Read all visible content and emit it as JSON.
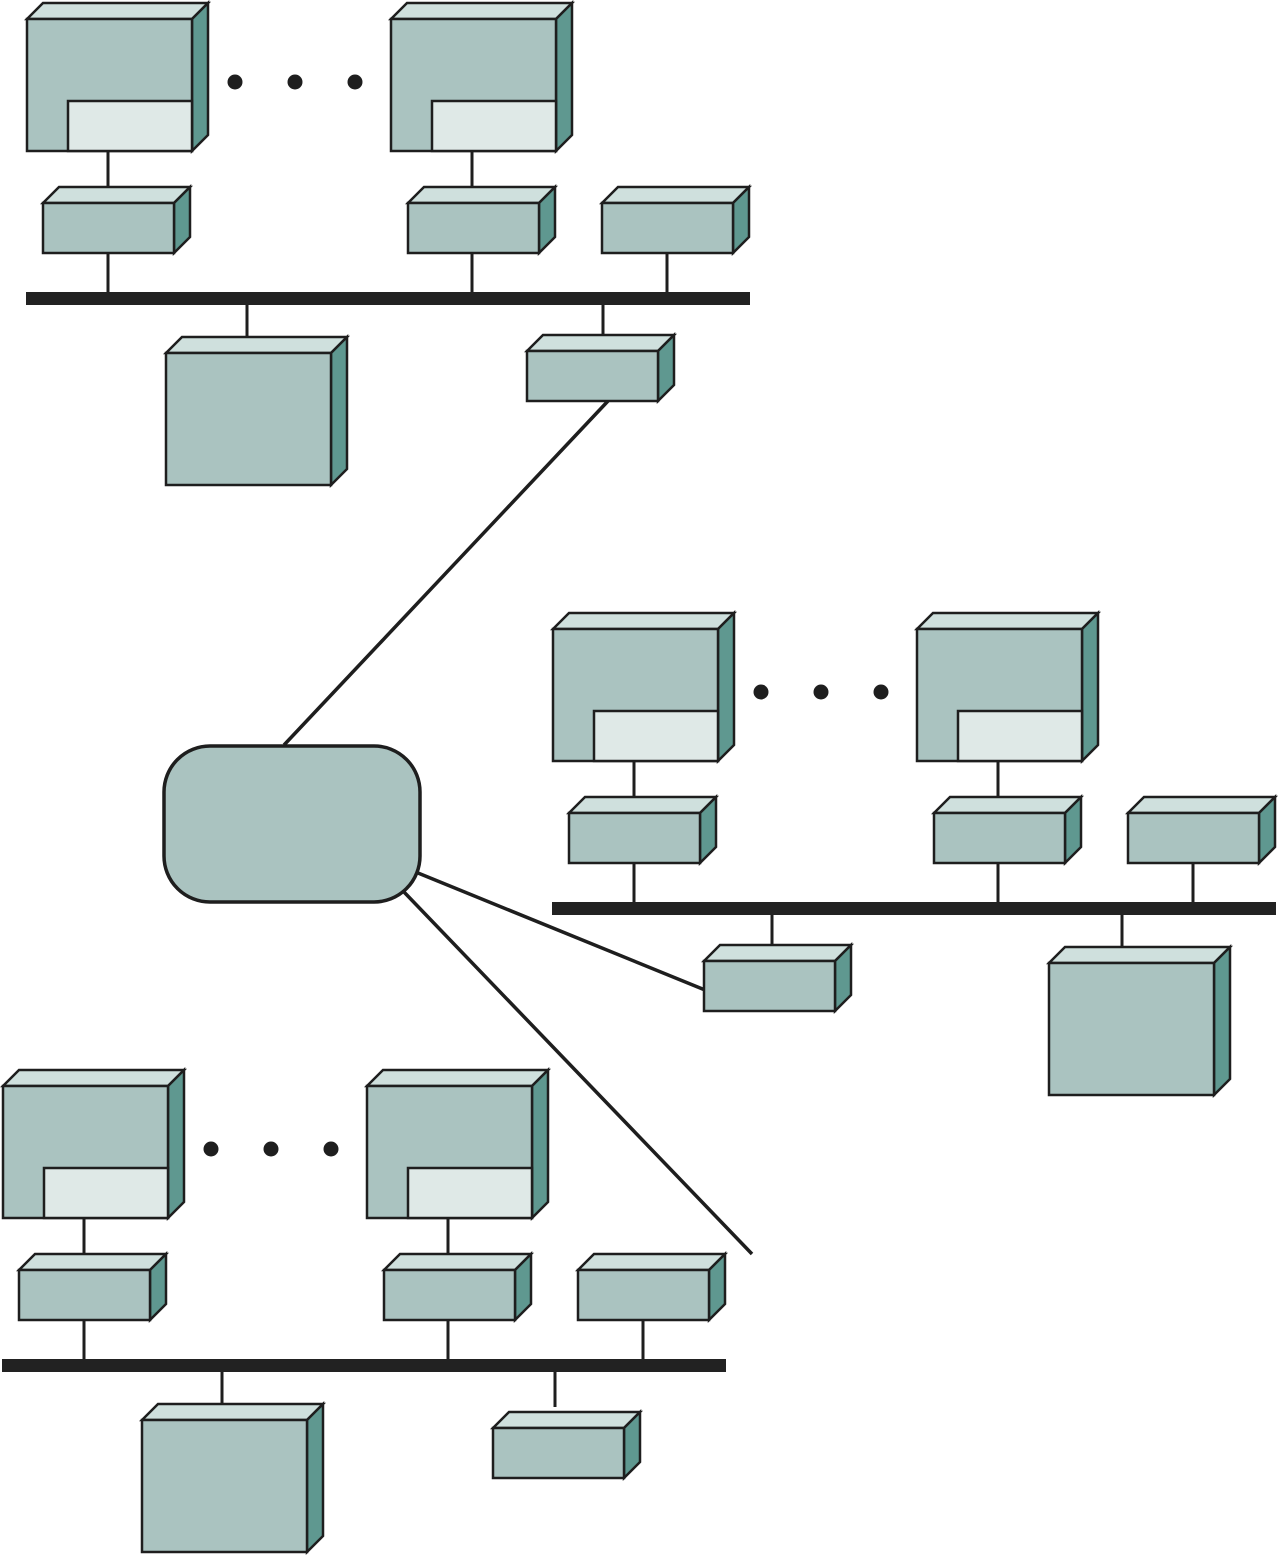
{
  "colors": {
    "face": "#aac3c0",
    "top": "#cfe0dd",
    "side": "#5f9890",
    "screen": "#dfe9e7",
    "stroke": "#1e1e1e",
    "bus": "#222222",
    "cloud": "#aac3c0"
  },
  "icons": {
    "workstation": "workstation-icon",
    "interface": "network-interface-icon",
    "server": "server-icon",
    "network_cloud": "wide-area-network-cloud-icon",
    "ellipsis": "ellipsis-dots-icon"
  },
  "lans": [
    {
      "name": "lan-top",
      "workstations": 2,
      "servers": 1,
      "routers": 1
    },
    {
      "name": "lan-middle",
      "workstations": 2,
      "servers": 1,
      "routers": 1
    },
    {
      "name": "lan-bottom",
      "workstations": 2,
      "servers": 1,
      "routers": 1
    }
  ]
}
